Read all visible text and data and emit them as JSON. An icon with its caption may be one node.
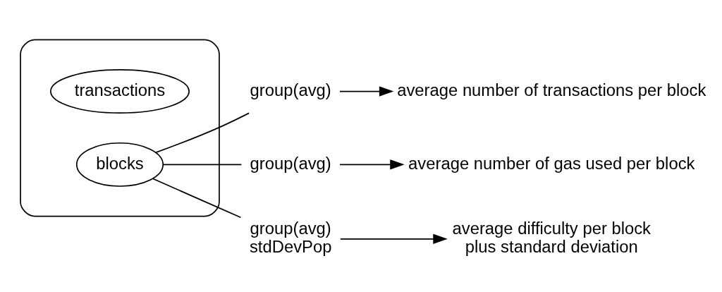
{
  "diagram": {
    "nodes": [
      {
        "text": [],
        "shape": "cylinder"
      },
      {
        "text": [
          "transactions"
        ],
        "in": 0
      },
      {
        "text": [
          "blocks"
        ],
        "in": 0
      },
      {
        "text": [
          "group(avg)"
        ]
      },
      {
        "text": [
          "group(avg)"
        ]
      },
      {
        "text": [
          "group(avg)",
          "stdDevPop"
        ]
      },
      {
        "text": [
          "average number of transactions per block"
        ]
      },
      {
        "text": [
          "average number of gas used per block"
        ]
      },
      {
        "text": [
          "average difficulty per block plus standard deviation"
        ]
      }
    ],
    "edges": [
      {
        "from": 2,
        "to": 3,
        "arrow": "none"
      },
      {
        "from": 2,
        "to": 4,
        "arrow": "none"
      },
      {
        "from": 2,
        "to": 5,
        "arrow": "none"
      },
      {
        "from": 3,
        "to": 6,
        "arrow": "to"
      },
      {
        "from": 4,
        "to": 7,
        "arrow": "to"
      },
      {
        "from": 5,
        "to": 8,
        "arrow": "to"
      }
    ]
  }
}
